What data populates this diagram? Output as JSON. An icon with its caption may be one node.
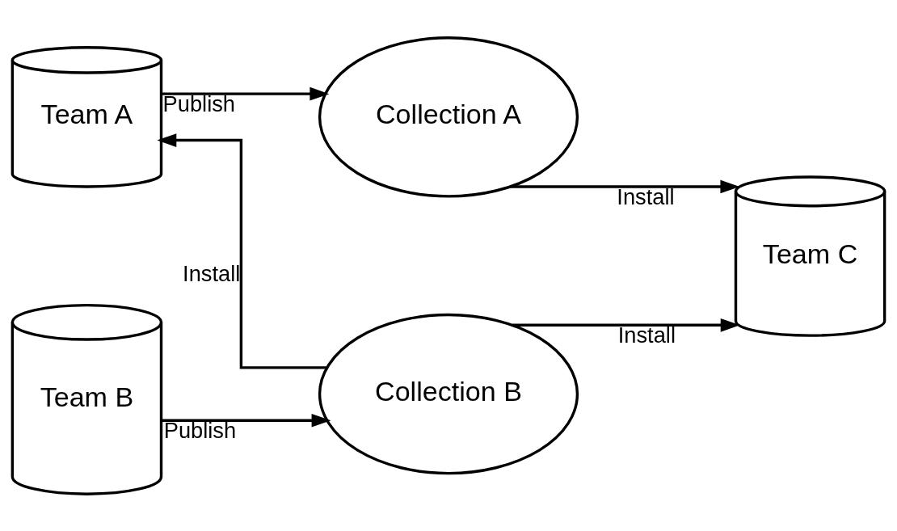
{
  "diagram": {
    "nodes": [
      {
        "text": [
          "Team A"
        ]
      },
      {
        "text": [
          "Collection A"
        ]
      },
      {
        "text": [
          "Team C"
        ]
      },
      {
        "text": [
          "Team B"
        ]
      },
      {
        "text": [
          "Collection B"
        ]
      }
    ],
    "edges": [
      {
        "from": 0,
        "to": 1,
        "arrow": "to",
        "label": "Publish"
      },
      {
        "from": 1,
        "to": 2,
        "arrow": "to",
        "label": "Install"
      },
      {
        "from": 4,
        "to": 0,
        "arrow": "to",
        "label": "Install"
      },
      {
        "from": 3,
        "to": 4,
        "arrow": "to",
        "label": "Publish"
      },
      {
        "from": 4,
        "to": 2,
        "arrow": "to",
        "label": "Install"
      }
    ]
  }
}
